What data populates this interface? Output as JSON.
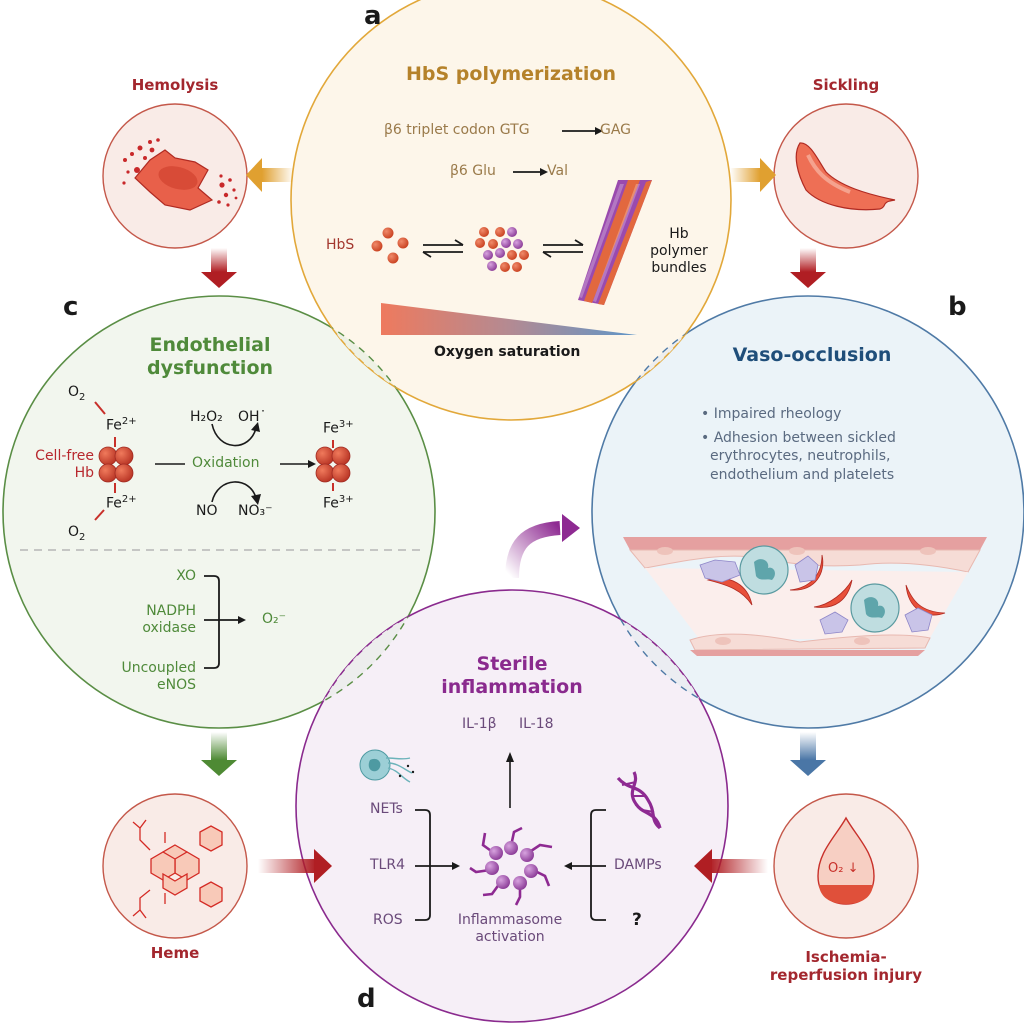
{
  "panels": {
    "a": {
      "letter": "a",
      "title": "HbS polymerization",
      "line1": {
        "from": "β6 triplet codon GTG",
        "to": "GAG"
      },
      "line2": {
        "from": "β6 Glu",
        "to": "Val"
      },
      "hbs_label": "HbS",
      "polymer_label": [
        "Hb",
        "polymer",
        "bundles"
      ],
      "gradient_label": "Oxygen saturation",
      "color": "#b5822a",
      "border": "#e2a83a"
    },
    "b": {
      "letter": "b",
      "title": "Vaso-occlusion",
      "bullets": [
        "Impaired rheology",
        "Adhesion between sickled erythrocytes, neutrophils, endothelium and platelets"
      ],
      "bullet_lines": [
        "Impaired rheology",
        "Adhesion between sickled",
        "erythrocytes, neutrophils,",
        "endothelium and platelets"
      ],
      "color": "#1f4e7a",
      "border": "#4f7aa6"
    },
    "c": {
      "letter": "c",
      "title": [
        "Endothelial",
        "dysfunction"
      ],
      "o2_top": "O",
      "o2_sub": "2",
      "fe2_top": "Fe",
      "fe2_sup": "2+",
      "cellfree": [
        "Cell-free",
        "Hb"
      ],
      "h2o2": "H₂O₂",
      "oh": "OH˙",
      "oxidation": "Oxidation",
      "no": "NO",
      "no3": "NO₃⁻",
      "fe3_top": "Fe",
      "fe3_sup": "3+",
      "sources": [
        "XO",
        "NADPH",
        "oxidase",
        "Uncoupled",
        "eNOS"
      ],
      "superoxide": "O₂⁻",
      "color": "#4f8a3a",
      "border": "#5a8e45"
    },
    "d": {
      "letter": "d",
      "title": [
        "Sterile",
        "inflammation"
      ],
      "cytokines": [
        "IL-1β",
        "IL-18"
      ],
      "inputs_left": [
        "NETs",
        "TLR4",
        "ROS"
      ],
      "inputs_right": [
        "DAMPs",
        "?"
      ],
      "center_label": [
        "Inflammasome",
        "activation"
      ],
      "color": "#8a2a8e",
      "border": "#8a2a8e"
    }
  },
  "satellites": {
    "hemolysis": "Hemolysis",
    "sickling": "Sickling",
    "heme": "Heme",
    "ischemia": [
      "Ischemia-",
      "reperfusion injury"
    ],
    "ischemia_drop_label": "O₂ ↓"
  },
  "colors": {
    "satellite_fill": "#f9ebe7",
    "satellite_border": "#c4584a",
    "arrow_red": "#b01e23",
    "arrow_gold": "#e0a030",
    "arrow_green": "#4e8a34",
    "arrow_blue": "#4a76a6",
    "arrow_purple": "#8e2a92"
  }
}
